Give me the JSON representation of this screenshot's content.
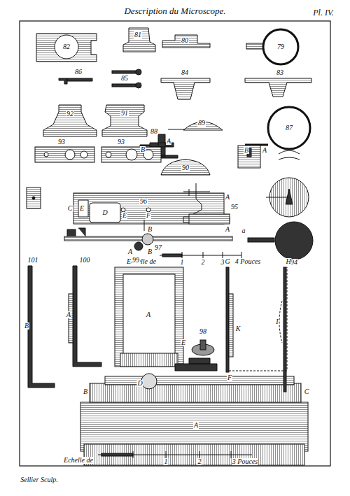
{
  "diagram": {
    "title": "Description du Microscope.",
    "labels": [
      "Pl. IV.",
      "82",
      "81",
      "80",
      "79",
      "86",
      "85",
      "84",
      "83",
      "92",
      "91",
      "89",
      "88",
      "A",
      "B",
      "87",
      "B",
      "A",
      "93",
      "93",
      "90",
      "96",
      "A",
      "C",
      "E",
      "D",
      "E",
      "F",
      "B",
      "A",
      "95",
      "94",
      "a",
      "97",
      "A",
      "B",
      "Echelle de",
      "1",
      "2",
      "3",
      "4 Pouces",
      "101",
      "100",
      "99",
      "98",
      "B",
      "A",
      "A",
      "G",
      "H",
      "K",
      "I",
      "E",
      "F",
      "D",
      "B",
      "C",
      "A",
      "Echelle de",
      "1",
      "2",
      "3 Pouces",
      "Sellier Sculp."
    ]
  }
}
